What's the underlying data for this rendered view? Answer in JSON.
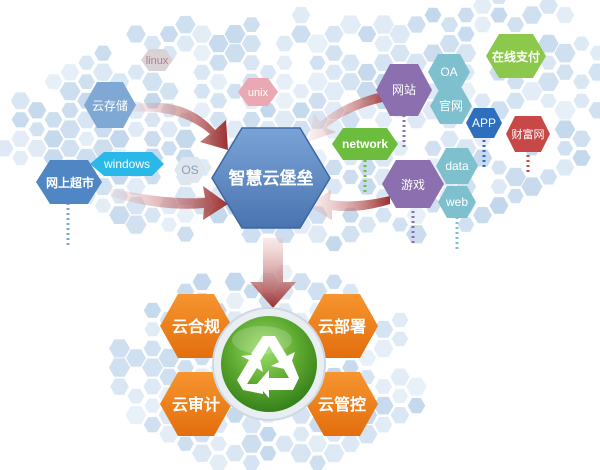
{
  "center": {
    "label": "智慧云堡垒"
  },
  "nodes": {
    "linux": "linux",
    "unix": "unix",
    "cloud_storage": "云存储",
    "windows": "windows",
    "os": "OS",
    "online_supermarket": "网上超市",
    "website": "网站",
    "oa": "OA",
    "online_payment": "在线支付",
    "official_site": "官网",
    "app": "APP",
    "wealth_net": "财富网",
    "network": "network",
    "data": "data",
    "games": "游戏",
    "web": "web"
  },
  "outcomes": {
    "cloud_compliance": "云合规",
    "cloud_deploy": "云部署",
    "cloud_audit": "云审计",
    "cloud_control": "云管控"
  },
  "colors": {
    "background_hex": "#bcd3ea",
    "center": "#5b87c2",
    "outcome": "#ef7a18",
    "recycle_green": "#5aa62d",
    "arrow": "#9c2f2f",
    "purple": "#8b6fae",
    "teal": "#7fc0cf",
    "green": "#6cbd3e",
    "red": "#c84848",
    "blue": "#2d6fbd",
    "pink": "#e9a8b2",
    "linux_grey": "#d9d3d6"
  },
  "icons": {
    "recycle": "recycle-icon"
  }
}
